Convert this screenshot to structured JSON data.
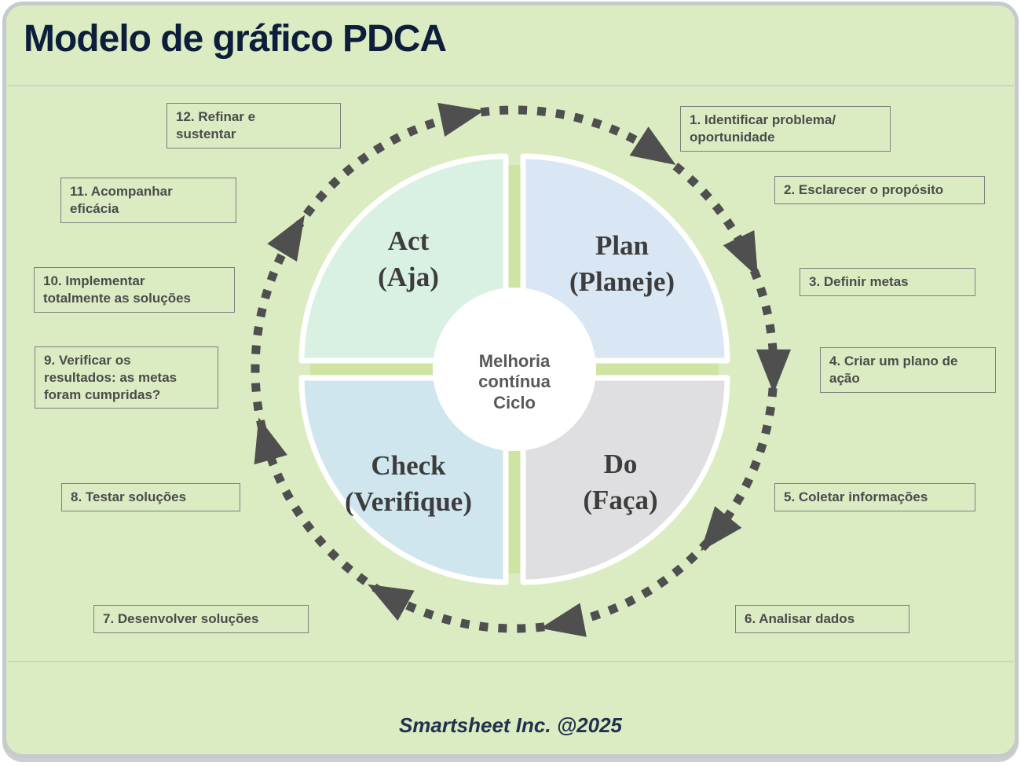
{
  "title": "Modelo de gráfico PDCA",
  "footer": "Smartsheet Inc. @2025",
  "center": {
    "label": "Melhoria\ncontínua\nCiclo"
  },
  "quadrants": [
    {
      "id": "act",
      "label": "Act",
      "sublabel": "(Aja)",
      "color": "#d9f1e3"
    },
    {
      "id": "plan",
      "label": "Plan",
      "sublabel": "(Planeje)",
      "color": "#d9e6f3"
    },
    {
      "id": "check",
      "label": "Check",
      "sublabel": "(Verifique)",
      "color": "#d0e6ee"
    },
    {
      "id": "do",
      "label": "Do",
      "sublabel": "(Faça)",
      "color": "#dfdfe1"
    }
  ],
  "steps": [
    {
      "label": "1. Identificar problema/\noportunidade"
    },
    {
      "label": "2. Esclarecer o propósito"
    },
    {
      "label": "3. Definir metas"
    },
    {
      "label": "4. Criar um plano de\nação"
    },
    {
      "label": "5. Coletar informações"
    },
    {
      "label": "6. Analisar dados"
    },
    {
      "label": "7. Desenvolver soluções"
    },
    {
      "label": "8. Testar soluções"
    },
    {
      "label": "9. Verificar os\nresultados: as metas\nforam cumpridas?"
    },
    {
      "label": "10. Implementar\ntotalmente as soluções"
    },
    {
      "label": "11. Acompanhar\neficácia"
    },
    {
      "label": "12. Refinar e\nsustentar"
    }
  ],
  "colors": {
    "page_bg": "#ffffff",
    "card_green": "#dbecc3",
    "card_border": "#c6cacd",
    "divider": "#cdd3c7",
    "cross_green": "#cfe3a3",
    "box_border": "#7e7e7e",
    "step_text": "#4b4b4b",
    "title_text": "#0d1e3c",
    "footer_text": "#22324e",
    "arrow": "#4f4f4f",
    "quad_text": "#3d3d3d",
    "center_text": "#58595b",
    "center_circle": "#ffffff"
  }
}
